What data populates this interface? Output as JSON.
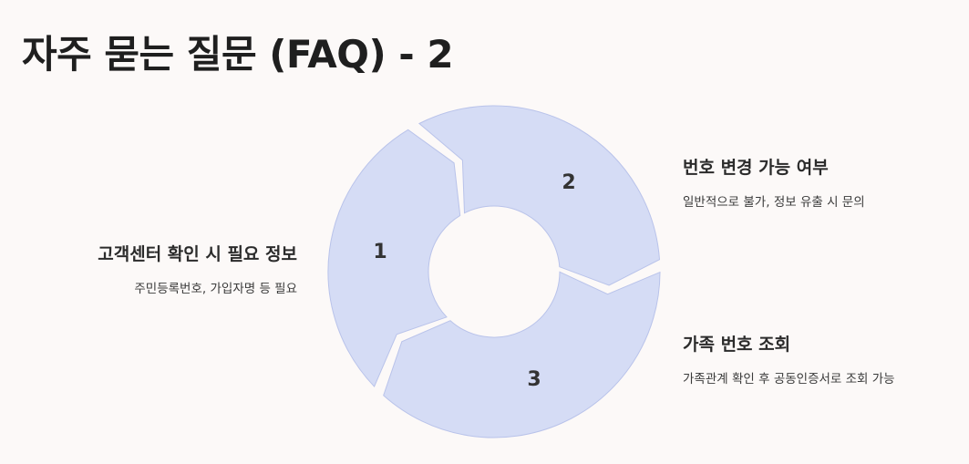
{
  "title": "자주 묻는 질문 (FAQ) - 2",
  "diagram": {
    "segments": [
      {
        "number": "1",
        "heading": "고객센터 확인 시 필요 정보",
        "description": "주민등록번호, 가입자명 등 필요"
      },
      {
        "number": "2",
        "heading": "번호 변경 가능 여부",
        "description": "일반적으로 불가, 정보 유출 시 문의"
      },
      {
        "number": "3",
        "heading": "가족 번호 조회",
        "description": "가족관계 확인 후 공동인증서로 조회 가능"
      }
    ],
    "colors": {
      "fill": "#d5dcf5",
      "stroke": "#b9c3ea",
      "background": "#fcf9f8"
    }
  }
}
